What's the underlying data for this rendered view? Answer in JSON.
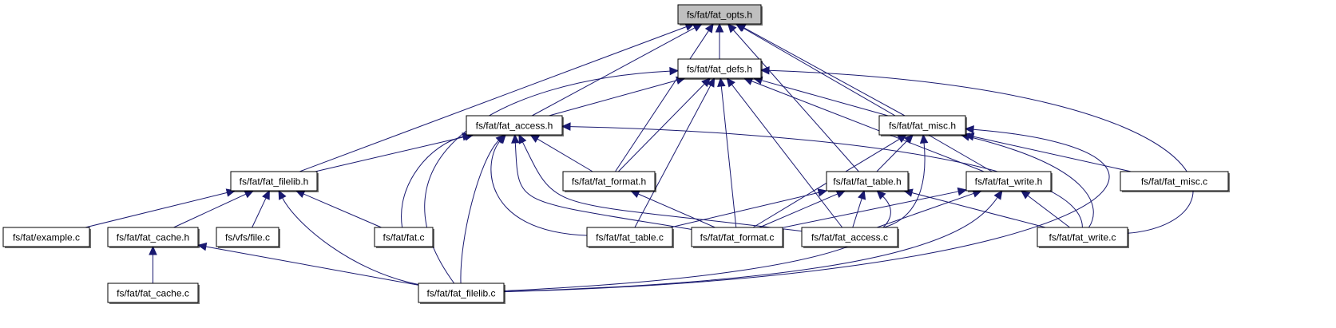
{
  "diagram": {
    "type": "include-dependency-graph",
    "root": "fat_opts_h",
    "colors": {
      "edge": "#191970",
      "root_fill": "#bfbfbf",
      "node_fill": "#ffffff",
      "node_border": "#000000"
    },
    "nodes": [
      {
        "id": "fat_opts_h",
        "label": "fs/fat/fat_opts.h",
        "root": true
      },
      {
        "id": "fat_defs_h",
        "label": "fs/fat/fat_defs.h"
      },
      {
        "id": "fat_access_h",
        "label": "fs/fat/fat_access.h"
      },
      {
        "id": "fat_misc_h",
        "label": "fs/fat/fat_misc.h"
      },
      {
        "id": "fat_filelib_h",
        "label": "fs/fat/fat_filelib.h"
      },
      {
        "id": "fat_format_h",
        "label": "fs/fat/fat_format.h"
      },
      {
        "id": "fat_table_h",
        "label": "fs/fat/fat_table.h"
      },
      {
        "id": "fat_write_h",
        "label": "fs/fat/fat_write.h"
      },
      {
        "id": "fat_misc_c",
        "label": "fs/fat/fat_misc.c"
      },
      {
        "id": "example_c",
        "label": "fs/fat/example.c"
      },
      {
        "id": "fat_cache_h",
        "label": "fs/fat/fat_cache.h"
      },
      {
        "id": "file_c",
        "label": "fs/vfs/file.c"
      },
      {
        "id": "fat_c",
        "label": "fs/fat/fat.c"
      },
      {
        "id": "fat_table_c",
        "label": "fs/fat/fat_table.c"
      },
      {
        "id": "fat_format_c",
        "label": "fs/fat/fat_format.c"
      },
      {
        "id": "fat_access_c",
        "label": "fs/fat/fat_access.c"
      },
      {
        "id": "fat_write_c",
        "label": "fs/fat/fat_write.c"
      },
      {
        "id": "fat_cache_c",
        "label": "fs/fat/fat_cache.c"
      },
      {
        "id": "fat_filelib_c",
        "label": "fs/fat/fat_filelib.c"
      }
    ],
    "edges": [
      {
        "from": "fat_defs_h",
        "to": "fat_opts_h"
      },
      {
        "from": "fat_access_h",
        "to": "fat_opts_h"
      },
      {
        "from": "fat_misc_h",
        "to": "fat_opts_h"
      },
      {
        "from": "fat_filelib_h",
        "to": "fat_opts_h"
      },
      {
        "from": "fat_format_h",
        "to": "fat_opts_h"
      },
      {
        "from": "fat_table_h",
        "to": "fat_opts_h"
      },
      {
        "from": "fat_write_h",
        "to": "fat_opts_h"
      },
      {
        "from": "fat_access_h",
        "to": "fat_defs_h"
      },
      {
        "from": "fat_misc_h",
        "to": "fat_defs_h"
      },
      {
        "from": "fat_format_h",
        "to": "fat_defs_h"
      },
      {
        "from": "fat_write_h",
        "to": "fat_defs_h"
      },
      {
        "from": "fat_table_c",
        "to": "fat_defs_h"
      },
      {
        "from": "fat_format_c",
        "to": "fat_defs_h"
      },
      {
        "from": "fat_access_c",
        "to": "fat_defs_h"
      },
      {
        "from": "fat_filelib_c",
        "to": "fat_defs_h"
      },
      {
        "from": "fat_write_c",
        "to": "fat_defs_h"
      },
      {
        "from": "fat_filelib_h",
        "to": "fat_access_h"
      },
      {
        "from": "fat_format_h",
        "to": "fat_access_h"
      },
      {
        "from": "fat_c",
        "to": "fat_access_h"
      },
      {
        "from": "fat_table_c",
        "to": "fat_access_h"
      },
      {
        "from": "fat_format_c",
        "to": "fat_access_h"
      },
      {
        "from": "fat_access_c",
        "to": "fat_access_h"
      },
      {
        "from": "fat_filelib_c",
        "to": "fat_access_h"
      },
      {
        "from": "fat_write_c",
        "to": "fat_access_h"
      },
      {
        "from": "fat_table_h",
        "to": "fat_misc_h"
      },
      {
        "from": "fat_misc_c",
        "to": "fat_misc_h"
      },
      {
        "from": "fat_format_c",
        "to": "fat_misc_h"
      },
      {
        "from": "fat_access_c",
        "to": "fat_misc_h"
      },
      {
        "from": "fat_write_c",
        "to": "fat_misc_h"
      },
      {
        "from": "fat_filelib_c",
        "to": "fat_misc_h"
      },
      {
        "from": "example_c",
        "to": "fat_filelib_h"
      },
      {
        "from": "fat_cache_h",
        "to": "fat_filelib_h"
      },
      {
        "from": "file_c",
        "to": "fat_filelib_h"
      },
      {
        "from": "fat_c",
        "to": "fat_filelib_h"
      },
      {
        "from": "fat_filelib_c",
        "to": "fat_filelib_h"
      },
      {
        "from": "fat_format_c",
        "to": "fat_format_h"
      },
      {
        "from": "fat_table_c",
        "to": "fat_table_h"
      },
      {
        "from": "fat_format_c",
        "to": "fat_table_h"
      },
      {
        "from": "fat_access_c",
        "to": "fat_table_h"
      },
      {
        "from": "fat_write_c",
        "to": "fat_table_h"
      },
      {
        "from": "fat_filelib_c",
        "to": "fat_table_h"
      },
      {
        "from": "fat_format_c",
        "to": "fat_write_h"
      },
      {
        "from": "fat_access_c",
        "to": "fat_write_h"
      },
      {
        "from": "fat_write_c",
        "to": "fat_write_h"
      },
      {
        "from": "fat_filelib_c",
        "to": "fat_write_h"
      },
      {
        "from": "fat_cache_c",
        "to": "fat_cache_h"
      },
      {
        "from": "fat_filelib_c",
        "to": "fat_cache_h"
      }
    ]
  }
}
